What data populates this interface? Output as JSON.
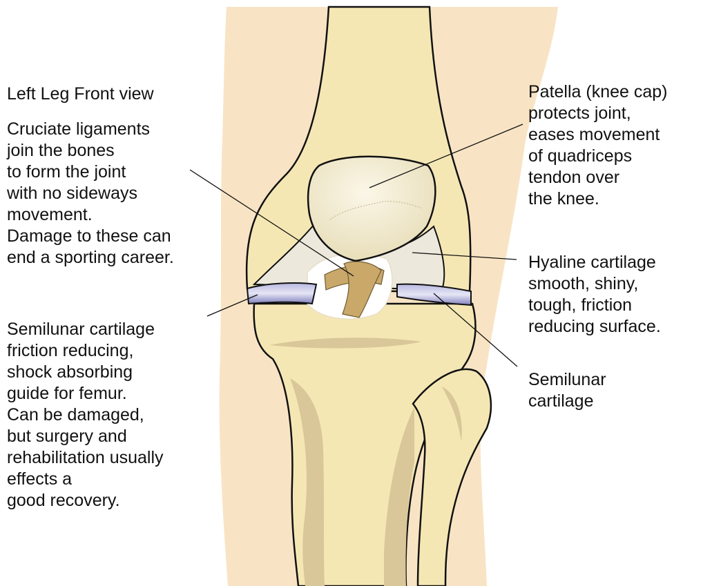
{
  "title": "Left Leg Front view",
  "labels": {
    "cruciate": [
      "Cruciate  ligaments",
      "join the bones",
      "to form the joint",
      "with no sideways",
      "movement.",
      "Damage to these can",
      "end a sporting career."
    ],
    "semilunar_left": [
      "Semilunar cartilage",
      "friction reducing,",
      "shock absorbing",
      "guide for femur.",
      "Can be damaged,",
      "but surgery and",
      "rehabilitation usually",
      "effects a",
      "good recovery."
    ],
    "patella": [
      "Patella (knee cap)",
      "protects joint,",
      "eases movement",
      "of quadriceps",
      "tendon over",
      "the knee."
    ],
    "hyaline": [
      "Hyaline cartilage",
      "smooth, shiny,",
      "tough, friction",
      "reducing surface."
    ],
    "semilunar_right": [
      "Semilunar",
      "cartilage"
    ]
  },
  "colors": {
    "skin": "#f8e4c4",
    "bone": "#f5e7b4",
    "bone_shadow": "#d9c79a",
    "patella": "#f3ecd0",
    "cartilage": "#ece8dc",
    "meniscus": "#8f8fc8",
    "ligament": "#c9a86a",
    "outline": "#111111"
  }
}
